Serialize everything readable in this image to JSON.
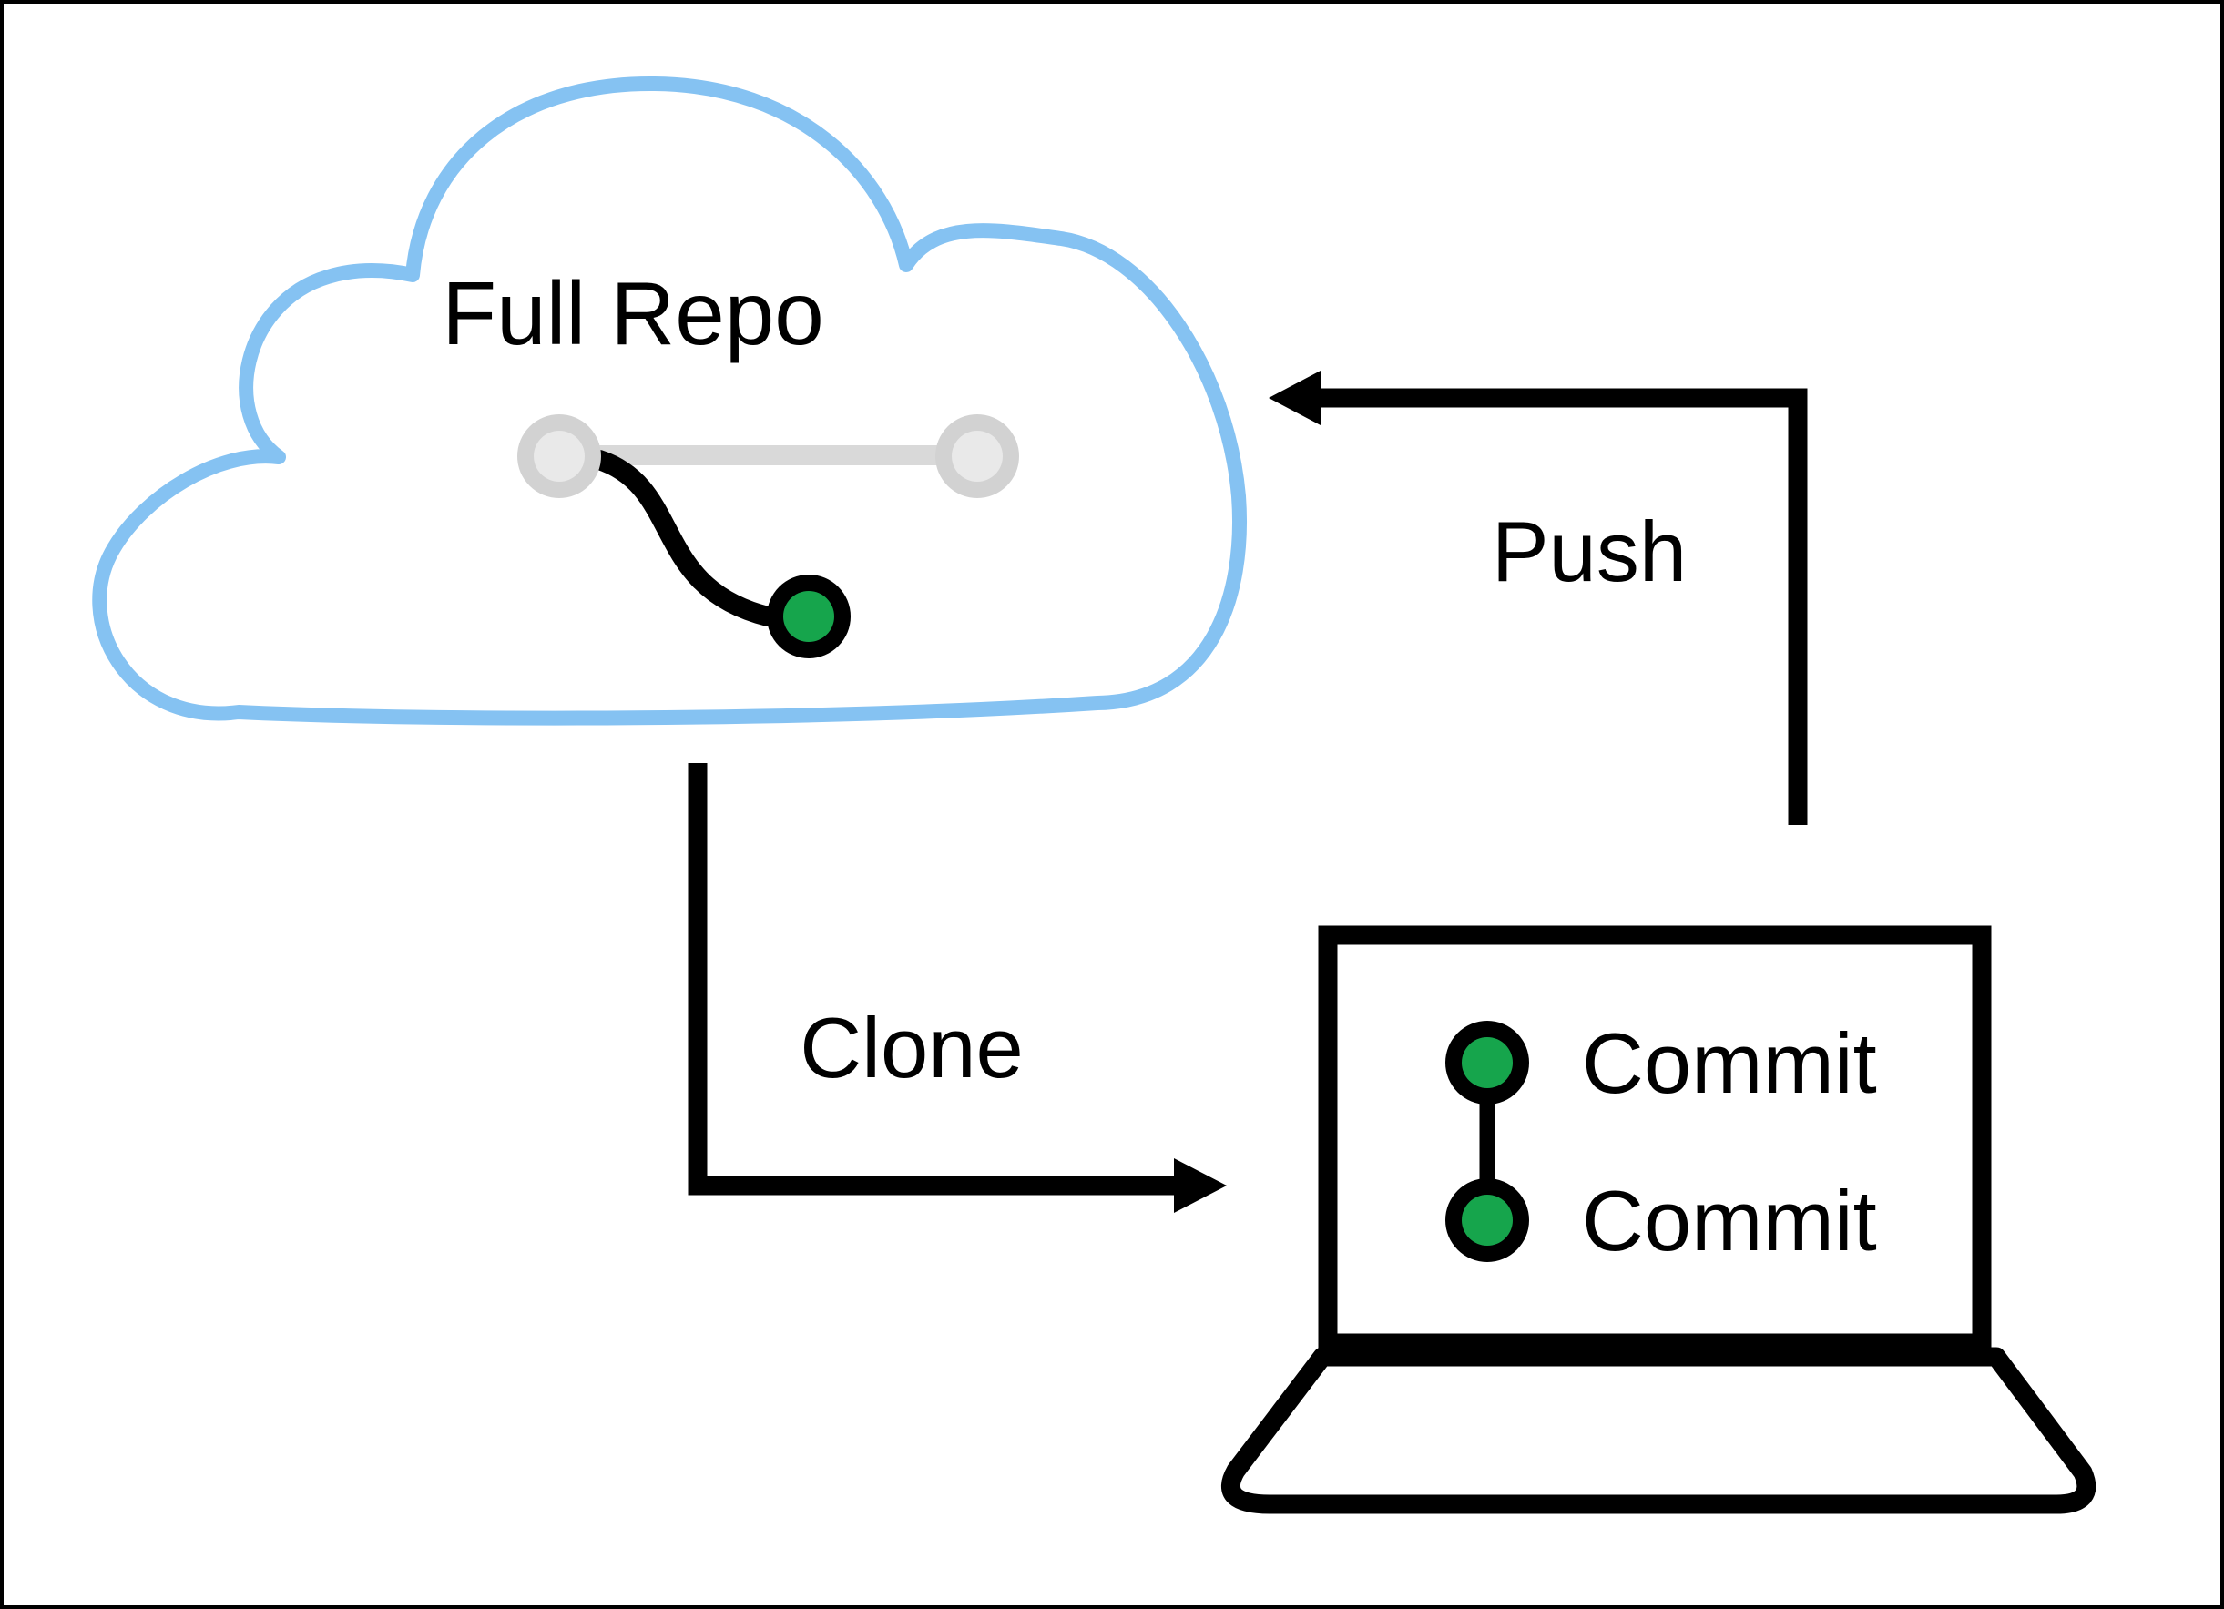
{
  "page": {
    "background": "#FFFFFF",
    "border_color": "#000000"
  },
  "diagram": {
    "cloud": {
      "label": "Full Repo",
      "stroke_color": "#85C2F2",
      "fill_color": "#FFFFFF",
      "branch_icon": {
        "node_gray": "#D2D2D2",
        "node_gray_inner": "#E9E9E9",
        "link_gray": "#D9D9D9",
        "line_black": "#000000",
        "commit_green": "#16A54C"
      }
    },
    "arrows": {
      "clone_label": "Clone",
      "push_label": "Push",
      "color": "#000000"
    },
    "laptop": {
      "stroke_color": "#000000",
      "fill_color": "#FFFFFF",
      "commit_green": "#16A54C",
      "commits": [
        {
          "label": "Commit"
        },
        {
          "label": "Commit"
        }
      ]
    }
  }
}
